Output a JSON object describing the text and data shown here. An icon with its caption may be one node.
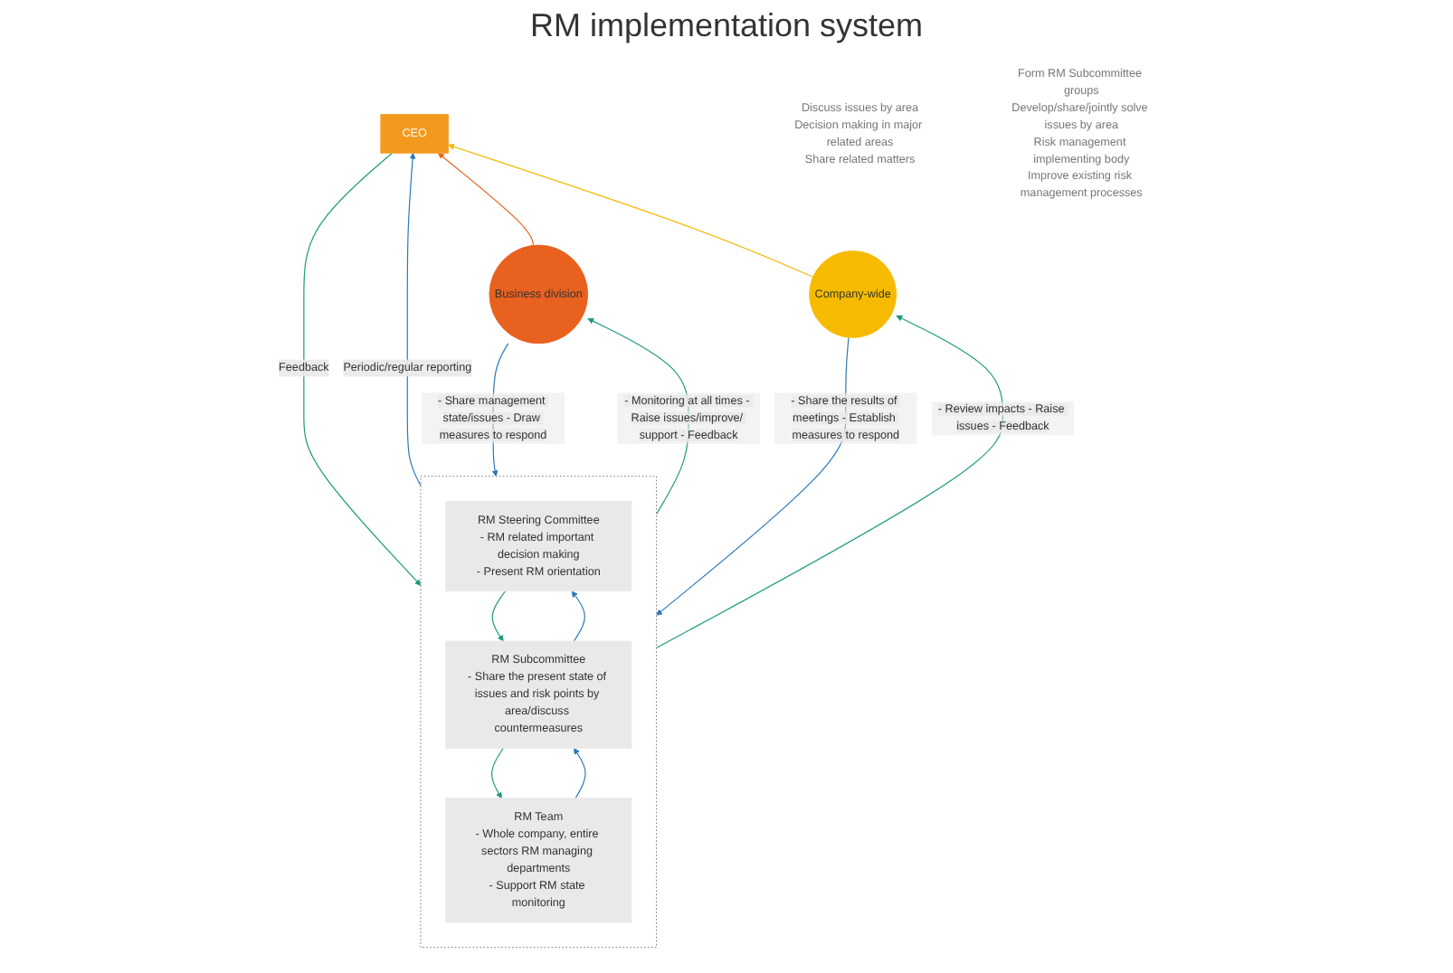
{
  "diagram": {
    "title": "RM implementation system",
    "nodes": [
      {
        "text": [
          "CEO"
        ]
      },
      {
        "text": [
          "Company-wide"
        ],
        "beside": [
          "Discuss issues by area",
          "Decision making in major related areas",
          "Share related matters"
        ]
      },
      {
        "text": [],
        "shape": "box"
      },
      {
        "text": [
          "RM Steering Committee",
          "- RM related important decision making",
          "- Present RM orientation"
        ],
        "in": 2
      },
      {
        "text": [
          "RM Subcommittee",
          "- Share the present state of issues and risk points by area/discuss countermeasures"
        ],
        "in": 2
      },
      {
        "text": [
          "RM Team",
          "- Whole company, entire sectors RM managing departments",
          "- Support RM state monitoring"
        ],
        "in": 2
      },
      {
        "text": [
          "Business division"
        ],
        "beside": [
          "Form RM Subcommittee groups",
          "Develop/share/jointly solve issues by area",
          "Risk management implementing body",
          "Improve existing risk management processes"
        ]
      }
    ],
    "edges": [
      {
        "from": 1,
        "to": 0,
        "arrow": "to",
        "color": "#f5b800"
      },
      {
        "from": 6,
        "to": 0,
        "arrow": "to",
        "color": "#ea6424"
      },
      {
        "from": 0,
        "to": 2,
        "arrow": "to",
        "label": "Feedback",
        "color": "#1a9a7c"
      },
      {
        "from": 2,
        "to": 0,
        "arrow": "to",
        "label": "Periodic/regular reporting",
        "color": "#2a78b8"
      },
      {
        "from": 1,
        "to": 2,
        "arrow": "to",
        "label": "- Share the results of meetings - Establish measures to respond",
        "color": "#2a78b8"
      },
      {
        "from": 2,
        "to": 1,
        "arrow": "to",
        "label": "- Review impacts - Raise issues - Feedback",
        "color": "#1a9a7c"
      },
      {
        "from": 6,
        "to": 2,
        "arrow": "to",
        "label": "- Share management state/issues - Draw measures to respond",
        "color": "#2a78b8"
      },
      {
        "from": 2,
        "to": 6,
        "arrow": "to",
        "label": "- Monitoring at all times - Raise issues/improve/ support - Feedback",
        "color": "#1a9a7c"
      },
      {
        "from": 3,
        "to": 4,
        "arrow": "to",
        "color": "#1a9a7c"
      },
      {
        "from": 4,
        "to": 3,
        "arrow": "to",
        "color": "#2a78b8"
      },
      {
        "from": 4,
        "to": 5,
        "arrow": "to",
        "color": "#1a9a7c"
      },
      {
        "from": 5,
        "to": 4,
        "arrow": "to",
        "color": "#2a78b8"
      }
    ]
  }
}
